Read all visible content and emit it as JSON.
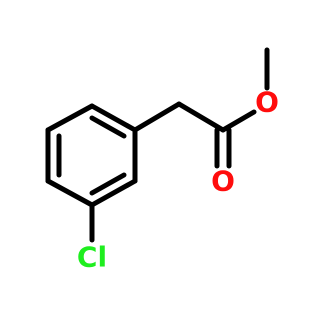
{
  "molecule": {
    "atoms": {
      "oxygen_ether": {
        "symbol": "O",
        "color": "#ff0d0d"
      },
      "oxygen_carbonyl": {
        "symbol": "O",
        "color": "#ff0d0d"
      },
      "chlorine": {
        "symbol": "Cl",
        "color": "#1fee1f"
      }
    },
    "bond_color": "#000000"
  }
}
